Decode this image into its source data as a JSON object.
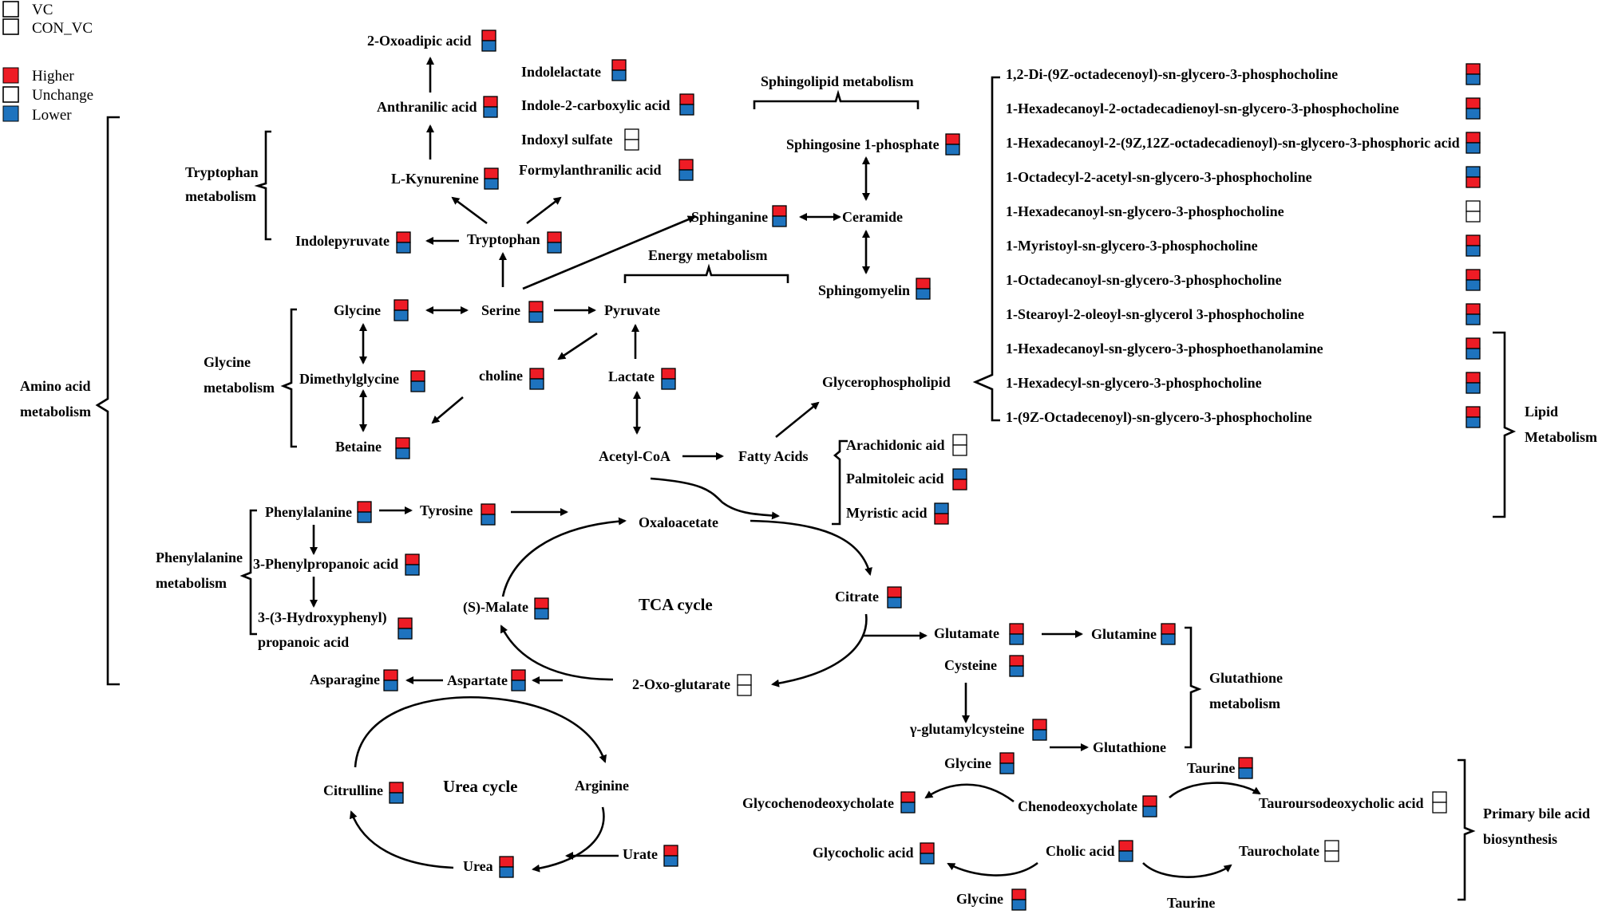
{
  "legend": {
    "vc": "VC",
    "con_vc": "CON_VC",
    "higher": "Higher",
    "unchange": "Unchange",
    "lower": "Lower"
  },
  "colors": {
    "higher": "#ee1c25",
    "lower": "#1e73be",
    "unchange": "#ffffff"
  },
  "groups": {
    "amino_acid": [
      "Amino acid",
      "metabolism"
    ],
    "tryptophan": [
      "Tryptophan",
      "metabolism"
    ],
    "glycine": [
      "Glycine",
      "metabolism"
    ],
    "phenylalanine": [
      "Phenylalanine",
      "metabolism"
    ],
    "sphingolipid": "Sphingolipid metabolism",
    "energy": "Energy metabolism",
    "lipid": [
      "Lipid",
      "Metabolism"
    ],
    "glutathione": [
      "Glutathione",
      "metabolism"
    ],
    "bile": [
      "Primary bile acid",
      "biosynthesis"
    ]
  },
  "cycles": {
    "tca": "TCA cycle",
    "urea": "Urea cycle"
  },
  "metabolites": {
    "oxoadipic": "2-Oxoadipic acid",
    "anthranilic": "Anthranilic acid",
    "kynurenine": "L-Kynurenine",
    "indolepyruvate": "Indolepyruvate",
    "tryptophan": "Tryptophan",
    "indolelactate": "Indolelactate",
    "indole2carbox": "Indole-2-carboxylic acid",
    "indoxyl": "Indoxyl sulfate",
    "formylanth": "Formylanthranilic acid",
    "sph1p": "Sphingosine 1-phosphate",
    "sphinganine": "Sphinganine",
    "ceramide": "Ceramide",
    "sphingomyelin": "Sphingomyelin",
    "glycine1": "Glycine",
    "serine": "Serine",
    "pyruvate": "Pyruvate",
    "dimethylglycine": "Dimethylglycine",
    "choline": "choline",
    "lactate": "Lactate",
    "betaine": "Betaine",
    "glycerophospholipid": "Glycerophospholipid",
    "acetylcoa": "Acetyl-CoA",
    "fattyacids": "Fatty Acids",
    "arachidonic": "Arachidonic aid",
    "palmitoleic": "Palmitoleic acid",
    "myristic": "Myristic acid",
    "phenylalanine": "Phenylalanine",
    "tyrosine": "Tyrosine",
    "oxaloacetate": "Oxaloacetate",
    "phenylpropanoic": "3-Phenylpropanoic acid",
    "hydroxyphenyl1": "3-(3-Hydroxyphenyl)",
    "hydroxyphenyl2": "propanoic acid",
    "malate": "(S)-Malate",
    "citrate": "Citrate",
    "asparagine": "Asparagine",
    "aspartate": "Aspartate",
    "oxoglutarate": "2-Oxo-glutarate",
    "glutamate": "Glutamate",
    "glutamine": "Glutamine",
    "cysteine": "Cysteine",
    "gglutamylcys": "γ-glutamylcysteine",
    "glutathione": "Glutathione",
    "citrulline": "Citrulline",
    "arginine": "Arginine",
    "urea": "Urea",
    "urate": "Urate",
    "glycine2": "Glycine",
    "taurine1": "Taurine",
    "glycochenodeoxy": "Glycochenodeoxycholate",
    "chenodeoxy": "Chenodeoxycholate",
    "tauroursodeoxy": "Tauroursodeoxycholic acid",
    "glycocholic": "Glycocholic acid",
    "cholic": "Cholic acid",
    "taurocholate": "Taurocholate",
    "glycine3": "Glycine",
    "taurine2": "Taurine"
  },
  "lipids": [
    "1,2-Di-(9Z-octadecenoyl)-sn-glycero-3-phosphocholine",
    "1-Hexadecanoyl-2-octadecadienoyl-sn-glycero-3-phosphocholine",
    "1-Hexadecanoyl-2-(9Z,12Z-octadecadienoyl)-sn-glycero-3-phosphoric acid",
    "1-Octadecyl-2-acetyl-sn-glycero-3-phosphocholine",
    "1-Hexadecanoyl-sn-glycero-3-phosphocholine",
    "1-Myristoyl-sn-glycero-3-phosphocholine",
    "1-Octadecanoyl-sn-glycero-3-phosphocholine",
    "1-Stearoyl-2-oleoyl-sn-glycerol 3-phosphocholine",
    "1-Hexadecanoyl-sn-glycero-3-phosphoethanolamine",
    "1-Hexadecyl-sn-glycero-3-phosphocholine",
    "1-(9Z-Octadecenoyl)-sn-glycero-3-phosphocholine"
  ],
  "lipid_status": [
    [
      "higher",
      "lower"
    ],
    [
      "higher",
      "lower"
    ],
    [
      "higher",
      "lower"
    ],
    [
      "lower",
      "higher"
    ],
    [
      "unchange",
      "unchange"
    ],
    [
      "higher",
      "lower"
    ],
    [
      "higher",
      "lower"
    ],
    [
      "higher",
      "lower"
    ],
    [
      "higher",
      "lower"
    ],
    [
      "higher",
      "lower"
    ],
    [
      "higher",
      "lower"
    ]
  ],
  "status": {
    "oxoadipic": [
      "higher",
      "lower"
    ],
    "anthranilic": [
      "higher",
      "lower"
    ],
    "kynurenine": [
      "higher",
      "lower"
    ],
    "indolepyruvate": [
      "higher",
      "lower"
    ],
    "tryptophan": [
      "higher",
      "lower"
    ],
    "indolelactate": [
      "higher",
      "lower"
    ],
    "indole2carbox": [
      "higher",
      "lower"
    ],
    "indoxyl": [
      "unchange",
      "unchange"
    ],
    "formylanth": [
      "higher",
      "lower"
    ],
    "sph1p": [
      "higher",
      "lower"
    ],
    "sphinganine": [
      "higher",
      "lower"
    ],
    "sphingomyelin": [
      "higher",
      "lower"
    ],
    "glycine1": [
      "higher",
      "lower"
    ],
    "serine": [
      "higher",
      "lower"
    ],
    "dimethylglycine": [
      "higher",
      "lower"
    ],
    "choline": [
      "higher",
      "lower"
    ],
    "lactate": [
      "higher",
      "lower"
    ],
    "betaine": [
      "higher",
      "lower"
    ],
    "arachidonic": [
      "unchange",
      "unchange"
    ],
    "palmitoleic": [
      "lower",
      "higher"
    ],
    "myristic": [
      "lower",
      "higher"
    ],
    "phenylalanine": [
      "higher",
      "lower"
    ],
    "tyrosine": [
      "higher",
      "lower"
    ],
    "phenylpropanoic": [
      "higher",
      "lower"
    ],
    "hydroxyphenyl": [
      "higher",
      "lower"
    ],
    "malate": [
      "higher",
      "lower"
    ],
    "citrate": [
      "higher",
      "lower"
    ],
    "asparagine": [
      "higher",
      "lower"
    ],
    "aspartate": [
      "higher",
      "lower"
    ],
    "oxoglutarate": [
      "unchange",
      "unchange"
    ],
    "glutamate": [
      "higher",
      "lower"
    ],
    "glutamine": [
      "higher",
      "lower"
    ],
    "cysteine": [
      "higher",
      "lower"
    ],
    "gglutamylcys": [
      "higher",
      "lower"
    ],
    "citrulline": [
      "higher",
      "lower"
    ],
    "urea": [
      "higher",
      "lower"
    ],
    "urate": [
      "higher",
      "lower"
    ],
    "glycine2": [
      "higher",
      "lower"
    ],
    "taurine1": [
      "higher",
      "lower"
    ],
    "glycochenodeoxy": [
      "higher",
      "lower"
    ],
    "chenodeoxy": [
      "higher",
      "lower"
    ],
    "tauroursodeoxy": [
      "unchange",
      "unchange"
    ],
    "glycocholic": [
      "higher",
      "lower"
    ],
    "cholic": [
      "higher",
      "lower"
    ],
    "taurocholate": [
      "unchange",
      "unchange"
    ],
    "glycine3": [
      "higher",
      "lower"
    ]
  }
}
